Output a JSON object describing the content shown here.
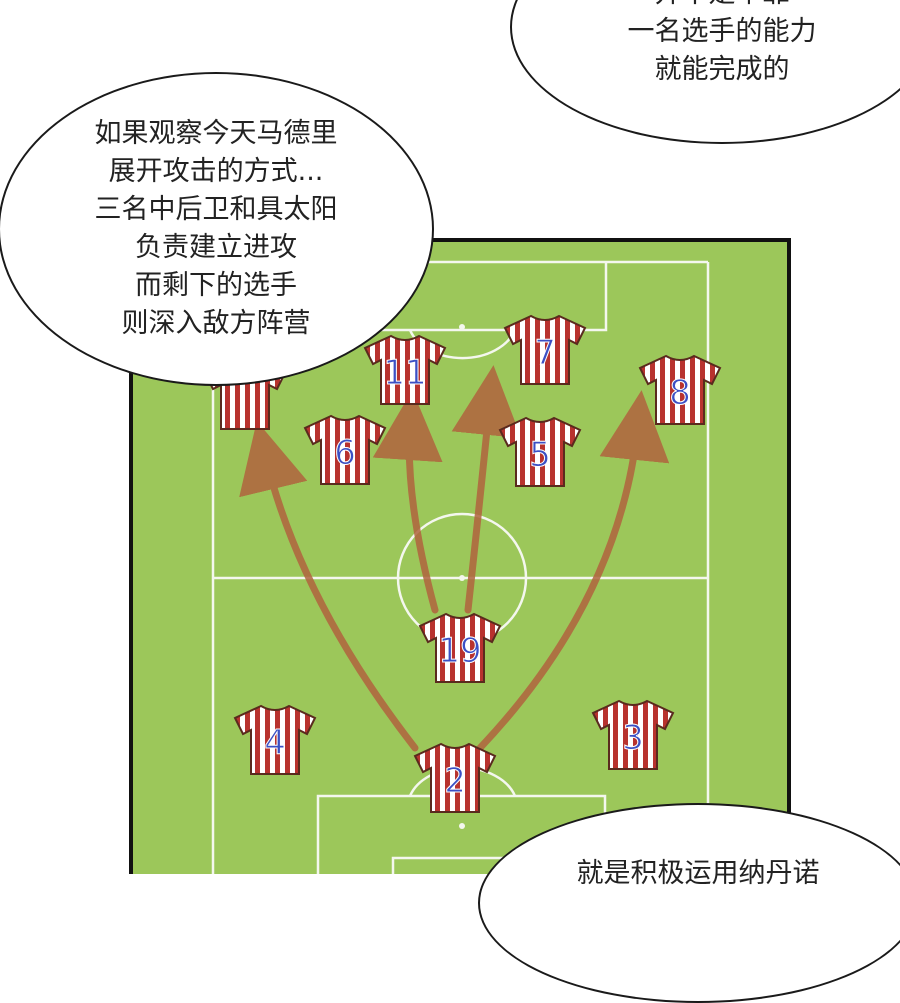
{
  "colors": {
    "pitch": "#9cc75a",
    "line": "#f4f7ee",
    "jersey_red": "#b8322e",
    "number": "#3b4fc4",
    "arrow": "#b0643e",
    "border": "#111111"
  },
  "bubbles": {
    "top_right": {
      "lines": [
        "并不是单靠",
        "一名选手的能力",
        "就能完成的"
      ]
    },
    "left": {
      "lines": [
        "如果观察今天马德里",
        "展开攻击的方式...",
        "三名中后卫和具太阳",
        "负责建立进攻",
        "而剩下的选手",
        "则深入敌方阵营"
      ]
    },
    "bottom_right": {
      "lines": [
        "就是积极运用纳丹诺"
      ]
    }
  },
  "players": [
    {
      "number": ""
    },
    {
      "number": "11"
    },
    {
      "number": "7"
    },
    {
      "number": "8"
    },
    {
      "number": "6"
    },
    {
      "number": "5"
    },
    {
      "number": "19"
    },
    {
      "number": "4"
    },
    {
      "number": "3"
    },
    {
      "number": "2"
    }
  ]
}
